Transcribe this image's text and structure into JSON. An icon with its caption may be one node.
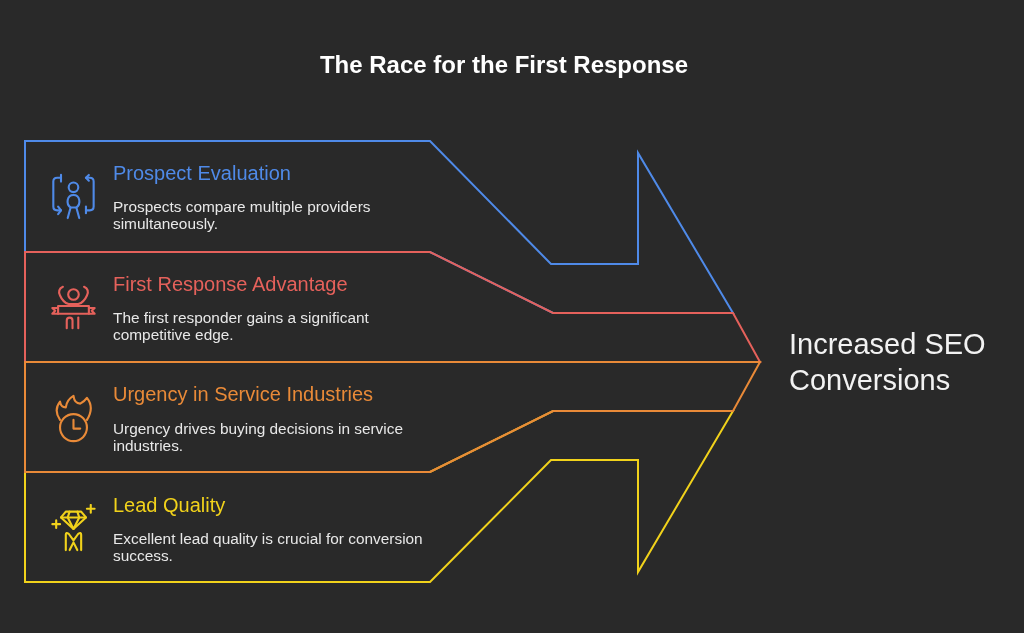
{
  "diagram": {
    "title": "The Race for the First Response",
    "nodes": [
      {
        "text": [
          "Prospect Evaluation",
          "Prospects compare multiple providers simultaneously."
        ]
      },
      {
        "text": [
          "First Response Advantage",
          "The first responder gains a significant competitive edge."
        ]
      },
      {
        "text": [
          "Urgency in Service Industries",
          "Urgency drives buying decisions in service industries."
        ]
      },
      {
        "text": [
          "Lead Quality",
          "Excellent lead quality is crucial for conversion success."
        ]
      }
    ],
    "labels": [
      "Increased SEO Conversions"
    ]
  }
}
